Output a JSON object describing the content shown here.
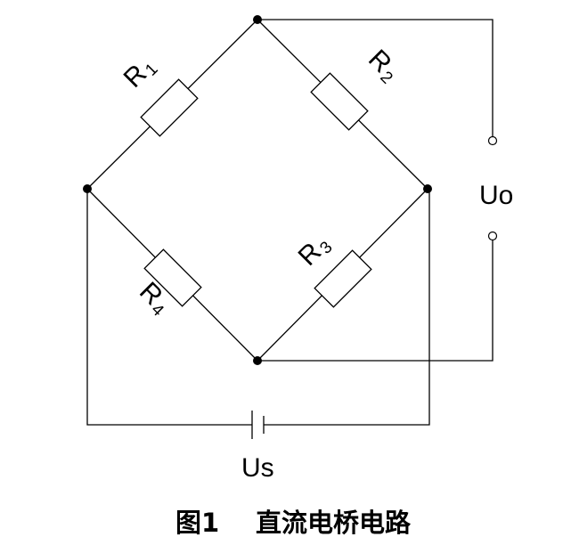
{
  "diagram": {
    "resistors": [
      {
        "letter": "R",
        "sub": "1"
      },
      {
        "letter": "R",
        "sub": "2"
      },
      {
        "letter": "R",
        "sub": "3"
      },
      {
        "letter": "R",
        "sub": "4"
      }
    ],
    "output_label": "Uo",
    "source_label": "Us"
  },
  "caption": {
    "number": "图1",
    "title": "直流电桥电路"
  }
}
